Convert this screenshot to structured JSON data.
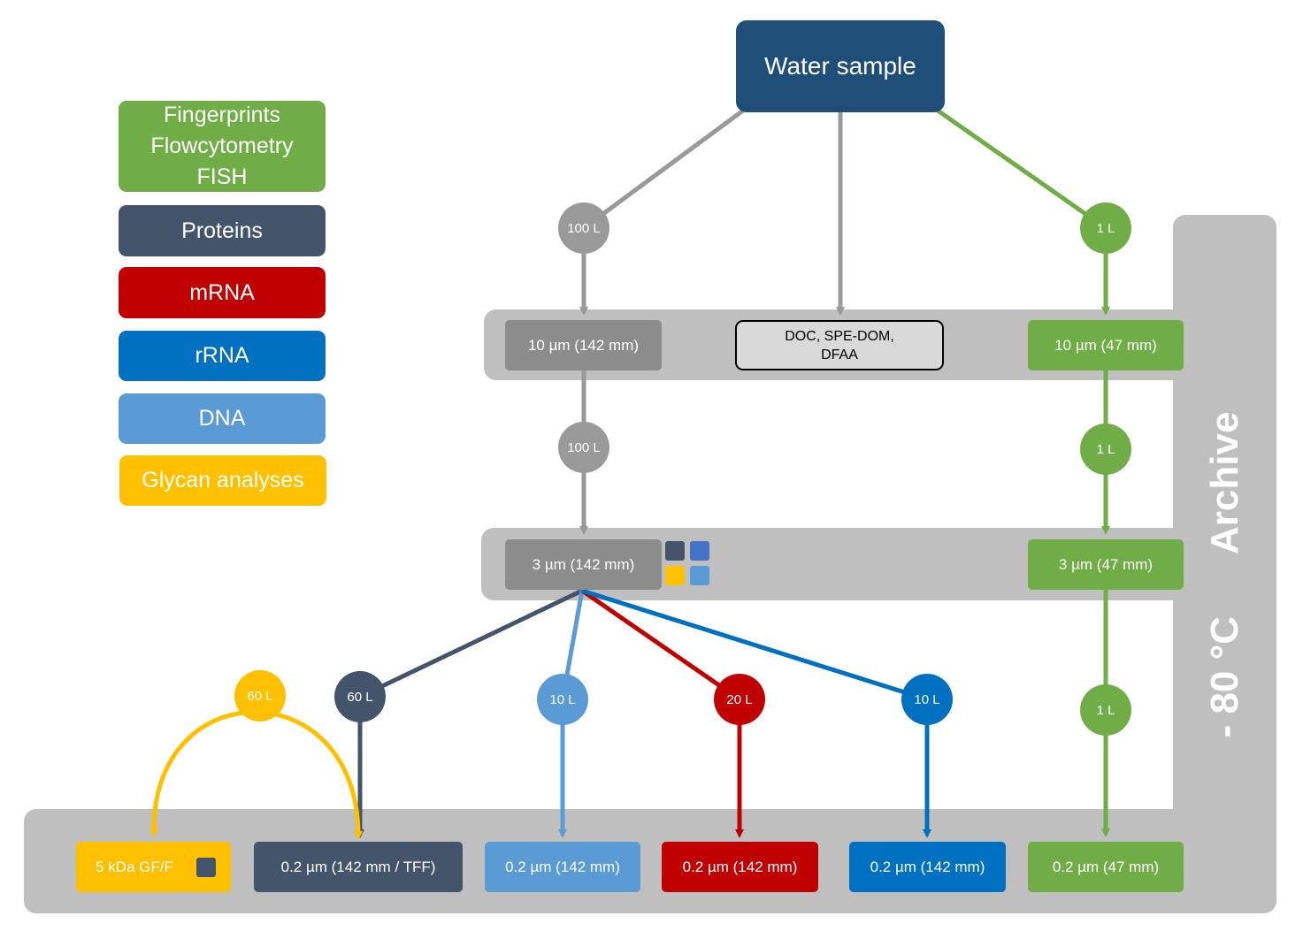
{
  "title_box": "Water sample",
  "legend": {
    "fingerprints": "Fingerprints\nFlowcytometry\nFISH",
    "proteins": "Proteins",
    "mrna": "mRNA",
    "rrna": "rRNA",
    "dna": "DNA",
    "glycan": "Glycan analyses"
  },
  "row1": {
    "filter_left": "10 µm (142 mm)",
    "doc_box": "DOC, SPE-DOM,\nDFAA",
    "filter_right": "10 µm (47 mm)"
  },
  "row2": {
    "filter_left": "3 µm (142 mm)",
    "filter_right": "3 µm (47 mm)"
  },
  "bottom": {
    "glycan": "5 kDa GF/F",
    "proteins": "0.2 µm (142 mm  / TFF)",
    "dna": "0.2 µm (142 mm)",
    "mrna": "0.2 µm (142 mm)",
    "rrna": "0.2 µm (142 mm)",
    "green": "0.2 µm (47 mm)"
  },
  "volumes": {
    "v100_top": "100 L",
    "v1_top": "1 L",
    "v100_mid": "100 L",
    "v1_mid": "1 L",
    "v60_glycan": "60 L",
    "v60_proteins": "60 L",
    "v10_dna": "10 L",
    "v20_mrna": "20 L",
    "v10_rrna": "10 L",
    "v1_bot": "1 L"
  },
  "archive": {
    "temperature": "- 80 °C",
    "label": "Archive"
  },
  "colors": {
    "navy": "#1f4e79",
    "gray_line": "#999999",
    "green": "#70ad47",
    "slate": "#44546a",
    "red": "#c00000",
    "blue": "#0070c0",
    "light_blue": "#5b9bd5",
    "yellow": "#ffc000",
    "band": "#bfbfbf",
    "box_gray": "#8c8c8c"
  }
}
